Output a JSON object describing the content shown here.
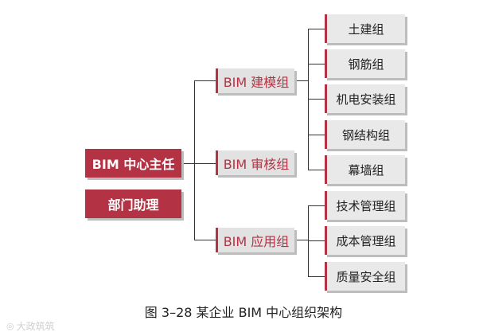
{
  "director": {
    "label": "BIM 中心主任"
  },
  "assistant": {
    "label": "部门助理"
  },
  "groups": [
    {
      "label": "BIM 建模组",
      "subgroups": [
        "土建组",
        "钢筋组",
        "机电安装组",
        "钢结构组",
        "幕墙组"
      ]
    },
    {
      "label": "BIM 审核组",
      "subgroups": []
    },
    {
      "label": "BIM 应用组",
      "subgroups": [
        "技术管理组",
        "成本管理组",
        "质量安全组"
      ]
    }
  ],
  "caption": "图 3–28 某企业 BIM 中心组织架构",
  "watermark": "大政筑筑",
  "colors": {
    "accent": "#b33344",
    "box_grey": "#e2e2e2",
    "line": "#333333"
  }
}
